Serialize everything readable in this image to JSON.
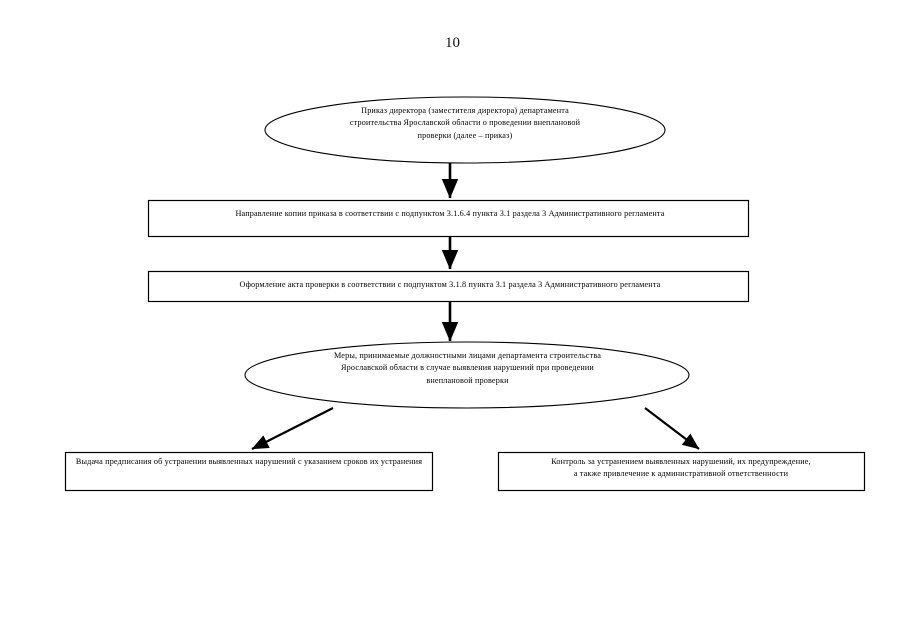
{
  "document": {
    "page_number": "10",
    "language": "ru"
  },
  "diagram": {
    "type": "flowchart",
    "orientation": "top-to-bottom",
    "line_color": "#000000",
    "fill_color": "#ffffff",
    "nodes": [
      {
        "id": "n1",
        "shape": "ellipse",
        "text": "Приказ директора (заместителя директора) департамента\nстроительства Ярославской области о проведении внеплановой\nпроверки (далее – приказ)"
      },
      {
        "id": "n2",
        "shape": "rectangle",
        "text": "Направление копии приказа в соответствии с подпунктом 3.1.6.4 пункта 3.1 раздела 3 Административного регламента"
      },
      {
        "id": "n3",
        "shape": "rectangle",
        "text": "Оформление акта проверки в соответствии с подпунктом 3.1.8 пункта 3.1 раздела 3 Административного регламента"
      },
      {
        "id": "n4",
        "shape": "ellipse",
        "text": "Меры, принимаемые должностными лицами департамента строительства\nЯрославской области в случае выявления нарушений при проведении\nвнеплановой проверки"
      },
      {
        "id": "n5",
        "shape": "rectangle",
        "text": "Выдача предписания об устранении выявленных нарушений с указанием сроков их устранения"
      },
      {
        "id": "n6",
        "shape": "rectangle",
        "text": "Контроль за устранением выявленных нарушений, их предупреждение,\nа также привлечение к административной ответственности"
      }
    ],
    "edges": [
      {
        "id": "e1",
        "from": "n1",
        "to": "n2",
        "style": "straight-arrow"
      },
      {
        "id": "e2",
        "from": "n2",
        "to": "n3",
        "style": "straight-arrow"
      },
      {
        "id": "e3",
        "from": "n3",
        "to": "n4",
        "style": "straight-arrow"
      },
      {
        "id": "e4",
        "from": "n4",
        "to": "n5",
        "style": "diagonal-arrow"
      },
      {
        "id": "e5",
        "from": "n4",
        "to": "n6",
        "style": "diagonal-arrow"
      }
    ]
  }
}
